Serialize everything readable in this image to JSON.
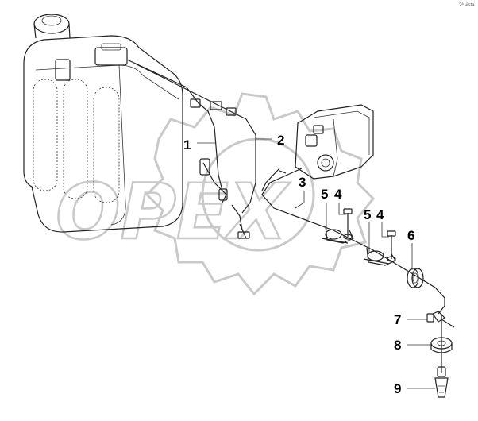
{
  "corner_mark": "2ª vista",
  "watermark_text": "OPEX",
  "callouts": [
    {
      "id": "1",
      "label": "1"
    },
    {
      "id": "2",
      "label": "2"
    },
    {
      "id": "3",
      "label": "3"
    },
    {
      "id": "5a",
      "label": "5"
    },
    {
      "id": "4a",
      "label": "4"
    },
    {
      "id": "5b",
      "label": "5"
    },
    {
      "id": "4b",
      "label": "4"
    },
    {
      "id": "6",
      "label": "6"
    },
    {
      "id": "7",
      "label": "7"
    },
    {
      "id": "8",
      "label": "8"
    },
    {
      "id": "9",
      "label": "9"
    }
  ]
}
